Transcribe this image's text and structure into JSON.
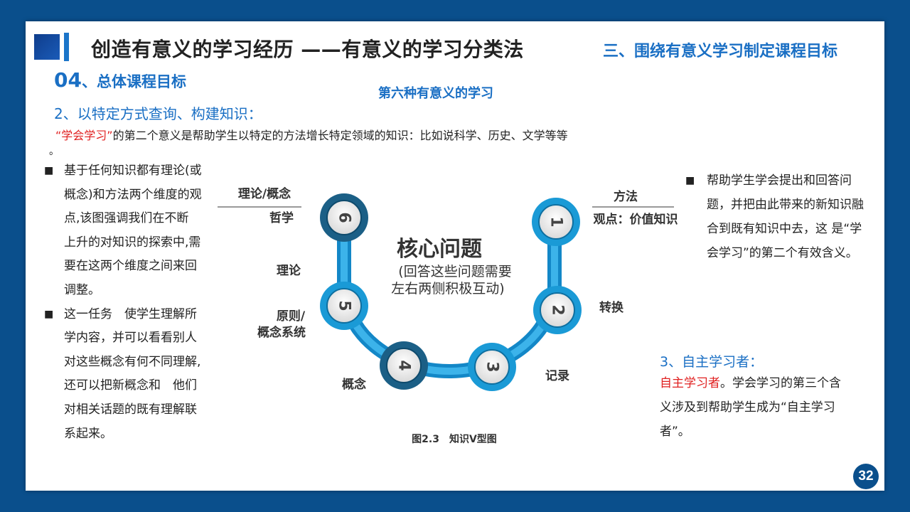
{
  "header": {
    "main_title": "创造有意义的学习经历 ——有意义的学习分类法",
    "sub_title": "三、围绕有意义学习制定课程目标"
  },
  "section": {
    "number": "04",
    "title": "、总体课程目标"
  },
  "figure_heading": "第六种有意义的学习",
  "point2": "2、以特定方式查询、构建知识：",
  "intro": {
    "quote": "“学会学习”",
    "rest": "的第二个意义是帮助学生以特定的方法增长特定领域的知识：比如说科学、历史、文学等等",
    "trailing_dot": "。"
  },
  "left_bullets": [
    {
      "marker": "■",
      "text": "基于任何知识都有理论(或概念)和方法两个维度的观点,该图强调我们在不断　上升的对知识的探索中,需要在这两个维度之间来回调整。"
    },
    {
      "marker": "■",
      "text": "这一任务　使学生理解所学内容，并可以看看别人对这些概念有何不同理解,还可以把新概念和　他们对相关话题的既有理解联系起来。"
    }
  ],
  "right_bullet": {
    "marker": "■",
    "text": "帮助学生学会提出和回答问题，并把由此带来的新知识融合到既有知识中去，这 是“学会学习”的第二个有效含义。"
  },
  "learner": {
    "title": "3、自主学习者：",
    "red": "自主学习者",
    "rest": "。学会学习的第三个含义涉及到帮助学生成为“自主学习者”。"
  },
  "diagram": {
    "center_title": "核心问题",
    "center_sub1": "(回答这些问题需要",
    "center_sub2": "左右两侧积极互动)",
    "nodes": [
      {
        "num": "1",
        "label": "观点：价值知识"
      },
      {
        "num": "2",
        "label": "转换"
      },
      {
        "num": "3",
        "label": "记录"
      },
      {
        "num": "4",
        "label": "概念"
      },
      {
        "num": "5",
        "label1": "原则/",
        "label2": "概念系统"
      },
      {
        "num": "6",
        "label": "哲学"
      }
    ],
    "left_top_label": "理论/概念",
    "right_top_label": "方法",
    "theory_label": "理论",
    "caption": "图2.3　知识V型图",
    "colors": {
      "ring": "#1a9ad6",
      "node_inner": "#e8e8e8",
      "dark_ring": "#1b5f86"
    }
  },
  "page_number": "32"
}
